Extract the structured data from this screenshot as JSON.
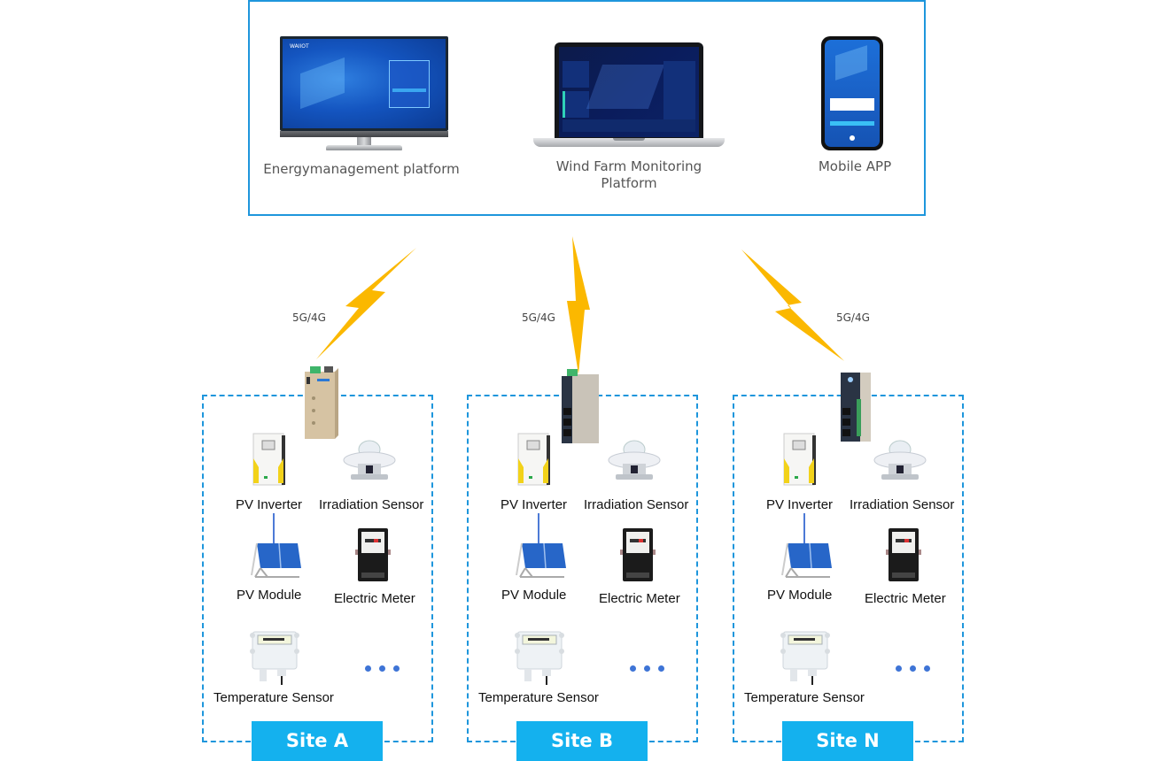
{
  "platforms": {
    "energy": {
      "label": "Energymanagement platform",
      "icon": "monitor-icon",
      "screen_brand": "WAIIOT"
    },
    "wind": {
      "label_line1": "Wind Farm Monitoring",
      "label_line2": "Platform",
      "icon": "laptop-icon"
    },
    "mobile": {
      "label": "Mobile APP",
      "icon": "phone-icon"
    }
  },
  "links": [
    {
      "label": "5G/4G",
      "icon": "lightning-bolt-icon"
    },
    {
      "label": "5G/4G",
      "icon": "lightning-bolt-icon"
    },
    {
      "label": "5G/4G",
      "icon": "lightning-bolt-icon"
    }
  ],
  "colors": {
    "frame": "#1e96dc",
    "site_tag": "#14b1ee",
    "bolt": "#fbb800",
    "dots": "#3e74d6"
  },
  "sites": [
    {
      "name": "Site A",
      "gateway": "gateway-gold",
      "devices": {
        "inverter": "PV Inverter",
        "irradiation": "Irradiation Sensor",
        "module": "PV Module",
        "meter": "Electric Meter",
        "temperature": "Temperature Sensor"
      },
      "more": "..."
    },
    {
      "name": "Site B",
      "gateway": "gateway-din-rail",
      "devices": {
        "inverter": "PV Inverter",
        "irradiation": "Irradiation Sensor",
        "module": "PV Module",
        "meter": "Electric Meter",
        "temperature": "Temperature Sensor"
      },
      "more": "..."
    },
    {
      "name": "Site N",
      "gateway": "gateway-din-rail-io",
      "devices": {
        "inverter": "PV Inverter",
        "irradiation": "Irradiation Sensor",
        "module": "PV Module",
        "meter": "Electric Meter",
        "temperature": "Temperature Sensor"
      },
      "more": "..."
    }
  ]
}
